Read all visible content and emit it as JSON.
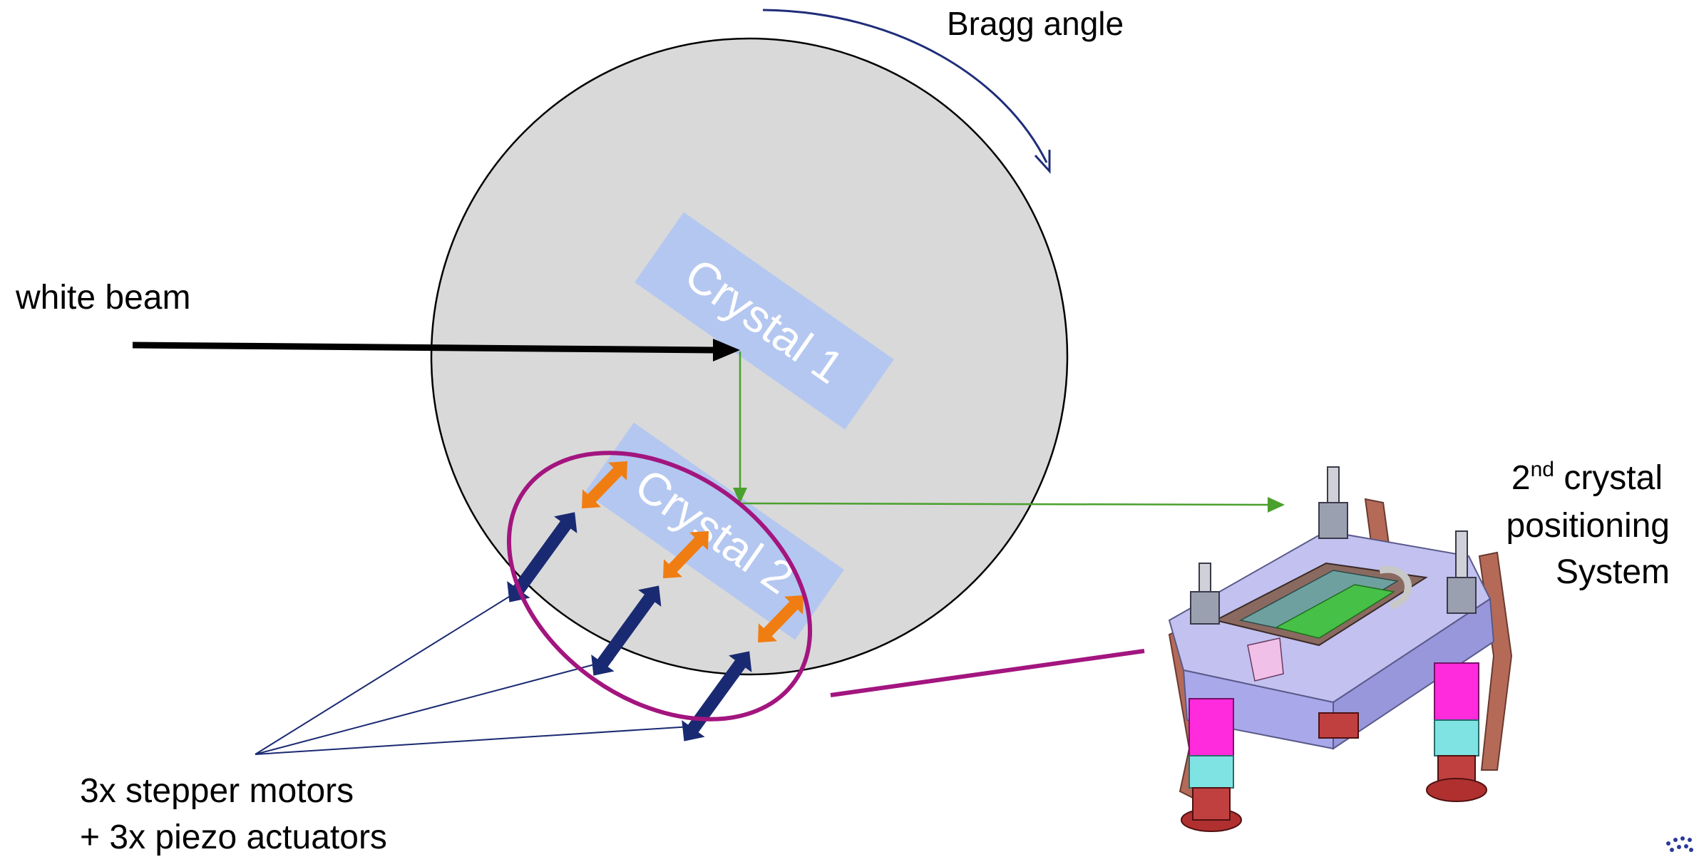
{
  "labels": {
    "bragg_angle": "Bragg angle",
    "white_beam": "white beam",
    "crystal_1": "Crystal 1",
    "crystal_2": "Crystal 2",
    "positioning_prefix": "2",
    "positioning_sup": "nd",
    "positioning_line1_rest": " crystal",
    "positioning_line2": "positioning",
    "positioning_line3": "System",
    "actuators_line1": "3x stepper motors",
    "actuators_line2": "+ 3x piezo actuators"
  },
  "colors": {
    "drum_fill": "#d9d9d9",
    "crystal_fill": "#b4c7f0",
    "beam_black": "#000000",
    "diffracted_green": "#4aa02c",
    "navy": "#1a2a72",
    "orange": "#f07d12",
    "magenta": "#a3157f",
    "bragg_arrow": "#1f2d7a",
    "device_body": "#a9a8ea",
    "device_pink": "#ff2bdc",
    "device_copper": "#b56a58",
    "device_cyan": "#7fe3e3"
  },
  "icons": {
    "logo": "institute-logo-dots"
  }
}
